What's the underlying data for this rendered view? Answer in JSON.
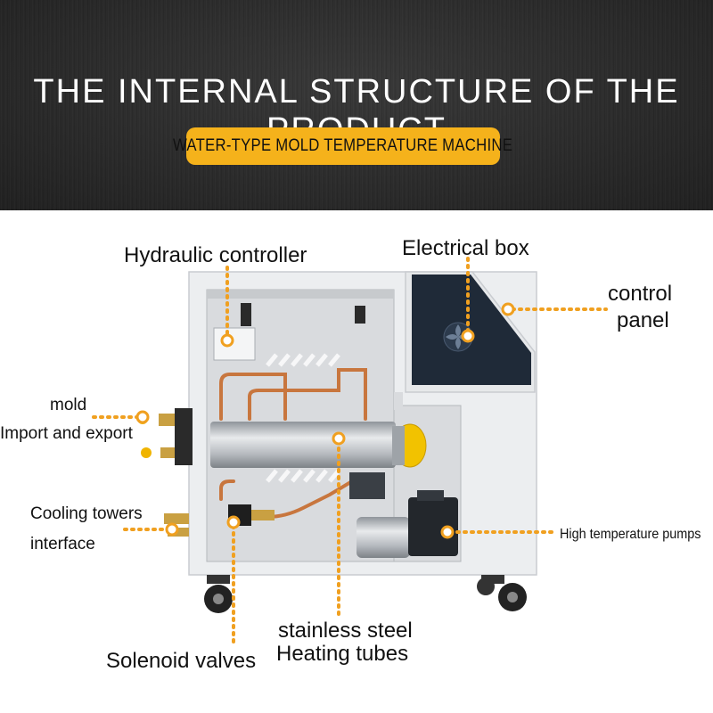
{
  "header": {
    "title": "THE INTERNAL STRUCTURE OF THE PRODUCT",
    "subtitle": "WATER-TYPE MOLD TEMPERATURE MACHINE"
  },
  "labels": {
    "hydraulic_controller": "Hydraulic controller",
    "electrical_box": "Electrical box",
    "control_panel_line1": "control",
    "control_panel_line2": "panel",
    "mold_line1": "mold",
    "mold_line2": "Import and export",
    "cooling_line1": "Cooling towers",
    "cooling_line2": "interface",
    "high_temp_pumps": "High temperature pumps",
    "heating_line1": "stainless steel",
    "heating_line2": "Heating tubes",
    "solenoid_valves": "Solenoid valves"
  },
  "colors": {
    "accent": "#f5b21b",
    "callout": "#f0a020",
    "panel_dark": "#1f2a38",
    "cabinet": "#ecedef"
  }
}
